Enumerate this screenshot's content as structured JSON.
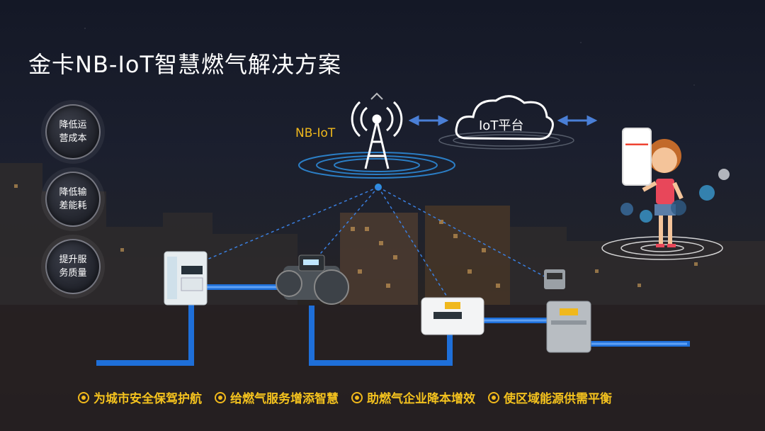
{
  "title": "金卡NB-IoT智慧燃气解决方案",
  "badges": [
    {
      "label": "降低运营成本"
    },
    {
      "label": "降低输差能耗"
    },
    {
      "label": "提升服务质量"
    }
  ],
  "network": {
    "tower_label": "NB-IoT",
    "cloud_label": "IoT平台"
  },
  "slogans": [
    "为城市安全保驾护航",
    "给燃气服务增添智慧",
    "助燃气企业降本增效",
    "使区域能源供需平衡"
  ],
  "colors": {
    "accent_yellow": "#f0b81c",
    "pipe_blue": "#1e6fd9",
    "link_blue": "#4a7fd6"
  }
}
